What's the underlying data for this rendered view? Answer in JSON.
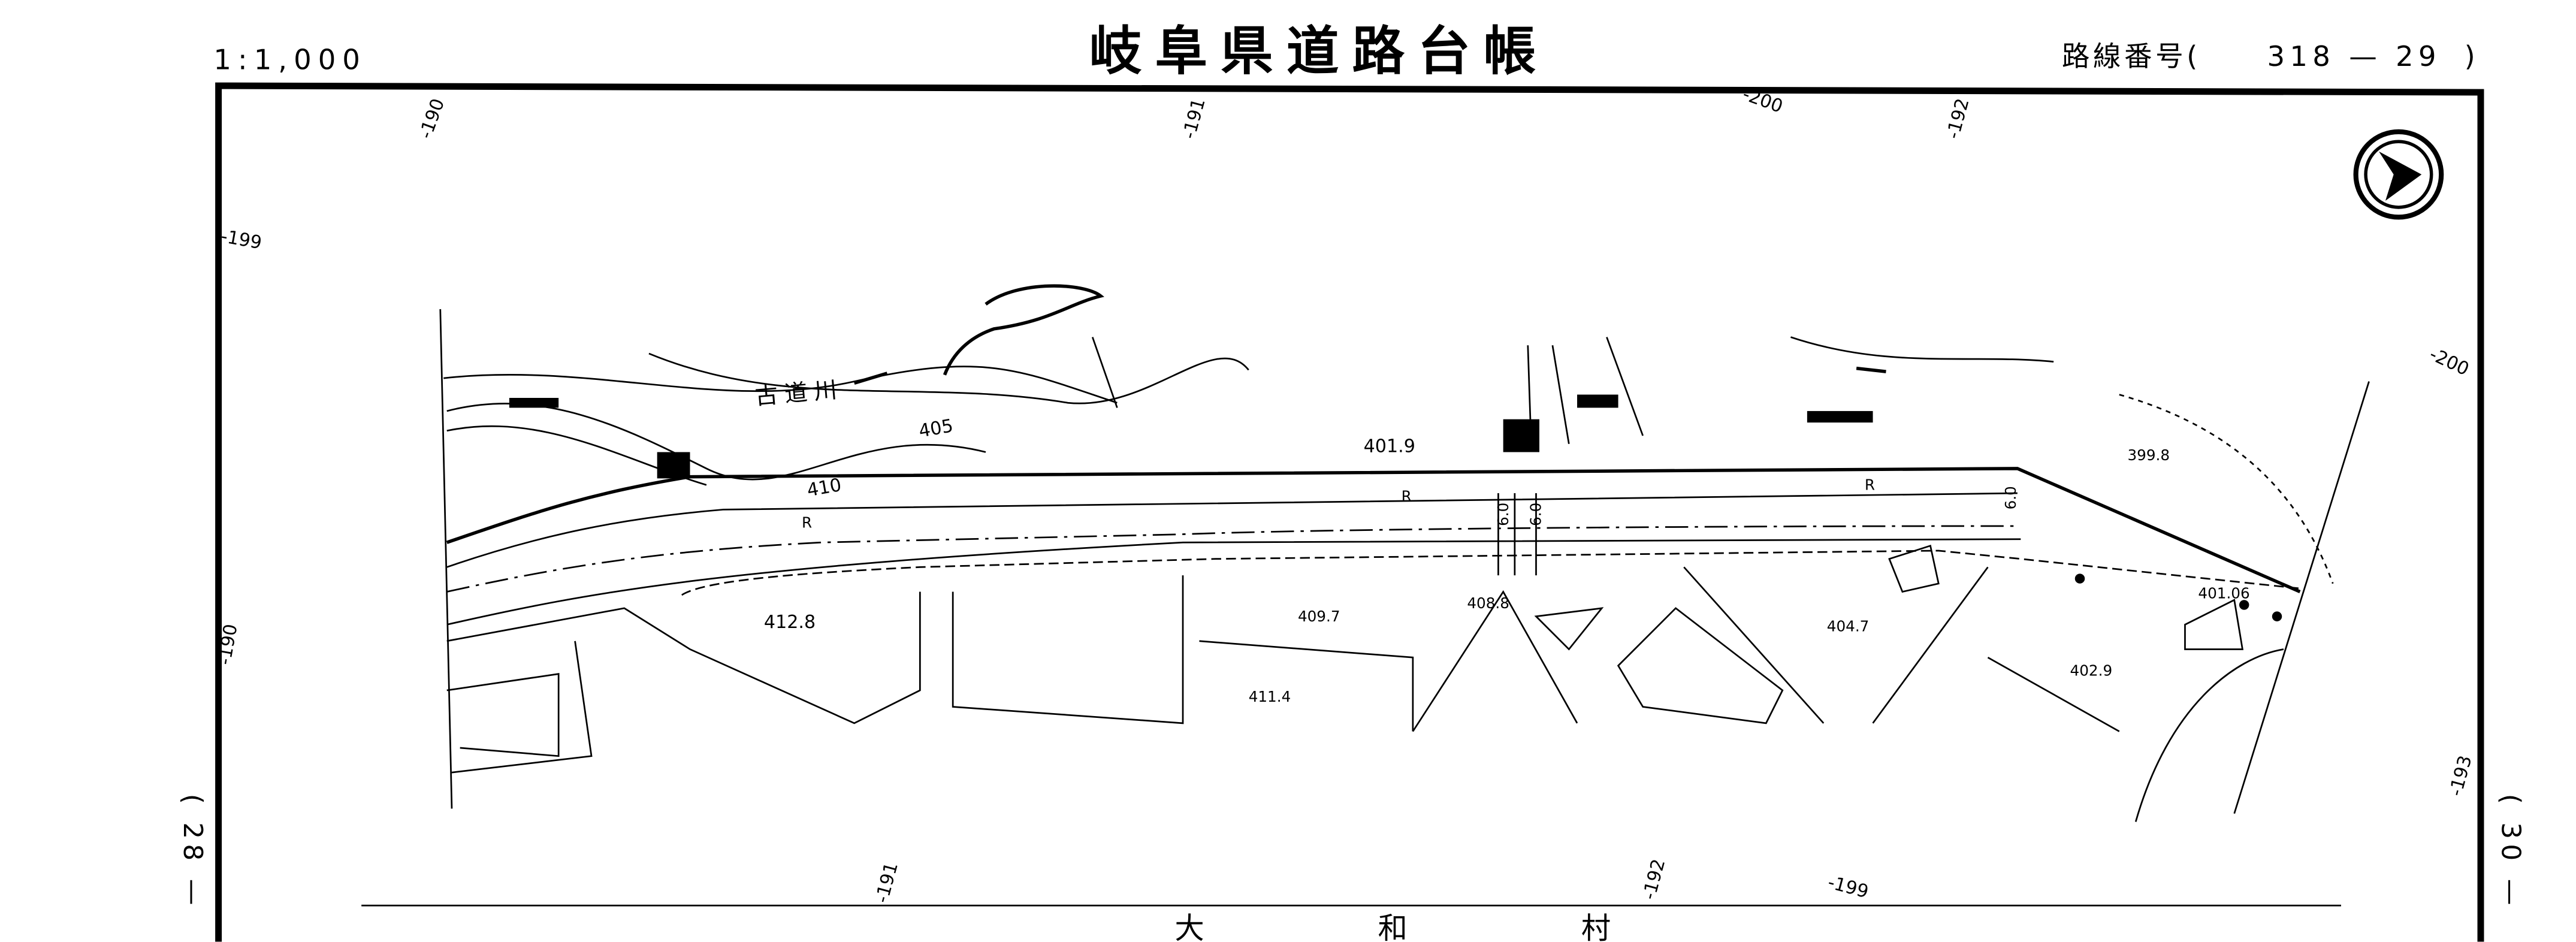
{
  "header": {
    "scale": "1:1,000",
    "title": "岐阜県道路台帳",
    "route_label": "路線番号(",
    "route_number": "318 — 29",
    "route_close": ")"
  },
  "sheet_refs": {
    "left": "( 28 —",
    "right": "( 30 —"
  },
  "grid_labels": {
    "top": [
      "-190",
      "-191",
      "-200",
      "-192"
    ],
    "left": [
      "-199",
      "-190"
    ],
    "right": [
      "-200",
      "-193"
    ],
    "bottom": [
      "-191",
      "-192",
      "-199"
    ]
  },
  "map": {
    "river_name": "古道川",
    "contours": [
      "405",
      "410"
    ],
    "road_marks": [
      "R",
      "R",
      "R"
    ],
    "widths": [
      "6.0",
      "6.0",
      "6.0"
    ],
    "elevations": [
      "401.9",
      "399.8",
      "412.8",
      "409.7",
      "408.8",
      "411.4",
      "404.7",
      "402.9",
      "401.06"
    ],
    "north_arrow": "north-arrow-icon"
  },
  "footer": {
    "village": "大 和 村"
  }
}
